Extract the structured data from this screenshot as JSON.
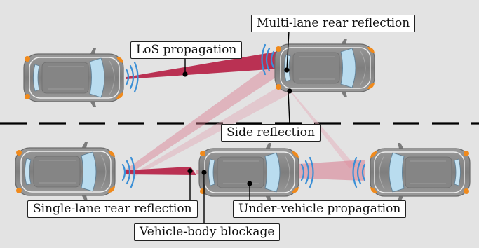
{
  "labels": {
    "los": "LoS propagation",
    "multi_lane": "Multi-lane rear reflection",
    "side": "Side reflection",
    "single_lane": "Single-lane rear reflection",
    "under_vehicle": "Under-vehicle propagation",
    "blockage": "Vehicle-body blockage"
  },
  "colors": {
    "road": "#e3e3e3",
    "lane_marking": "#000000",
    "beam": "#b3123a",
    "wave": "#3a8fd6",
    "car_body": "#8d8d8d",
    "car_window": "#b9dcef",
    "headlight": "#f08a1c"
  },
  "icons": [
    "car-icon",
    "radar-wave-icon"
  ]
}
